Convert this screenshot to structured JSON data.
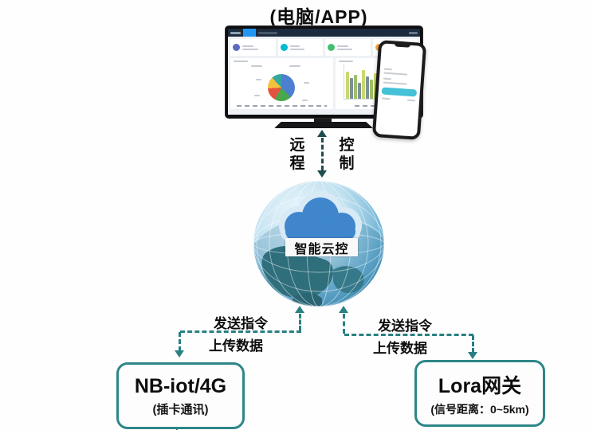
{
  "title": "(电脑/APP)",
  "remote_link": {
    "left_label": "远程",
    "right_label": "控制"
  },
  "globe": {
    "banner_label": "智能云控"
  },
  "links": {
    "left": {
      "command_label": "发送指令",
      "upload_label": "上传数据"
    },
    "right": {
      "command_label": "发送指令",
      "upload_label": "上传数据"
    }
  },
  "devices": {
    "nb": {
      "title": "NB-iot/4G",
      "subtitle": "(插卡通讯)"
    },
    "lora": {
      "title": "Lora网关",
      "subtitle": "(信号距离：0~5km)"
    }
  },
  "colors": {
    "link_teal": "#2a8082",
    "remote_arrow_dark": "#1f4d4d",
    "device_border": "#2e8688",
    "globe_blue": "#3a88b0",
    "cloud_blue": "#3f86cd",
    "phone_button": "#45c1d8",
    "dashboard_tab": "#2196f3",
    "stat_indigo": "#5c6bc0",
    "stat_cyan": "#00b8d4",
    "stat_green": "#43c06e",
    "stat_orange": "#f5a43a"
  }
}
